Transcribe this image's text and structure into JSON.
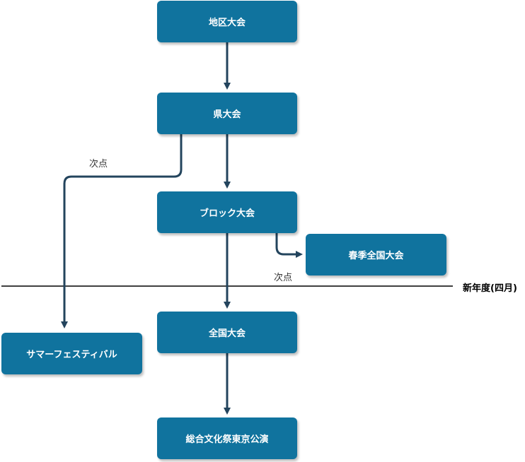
{
  "colors": {
    "node_fill": "#10739e",
    "node_text": "#ffffff",
    "edge": "#23445d",
    "divider": "#000000"
  },
  "nodes": {
    "district": "地区大会",
    "prefecture": "県大会",
    "block": "ブロック大会",
    "spring_national": "春季全国大会",
    "summer_festival": "サマーフェスティバル",
    "national": "全国大会",
    "tokyo": "総合文化祭東京公演"
  },
  "edge_labels": {
    "prefecture_to_summer": "次点",
    "block_to_spring": "次点"
  },
  "divider": {
    "label": "新年度(四月)"
  }
}
